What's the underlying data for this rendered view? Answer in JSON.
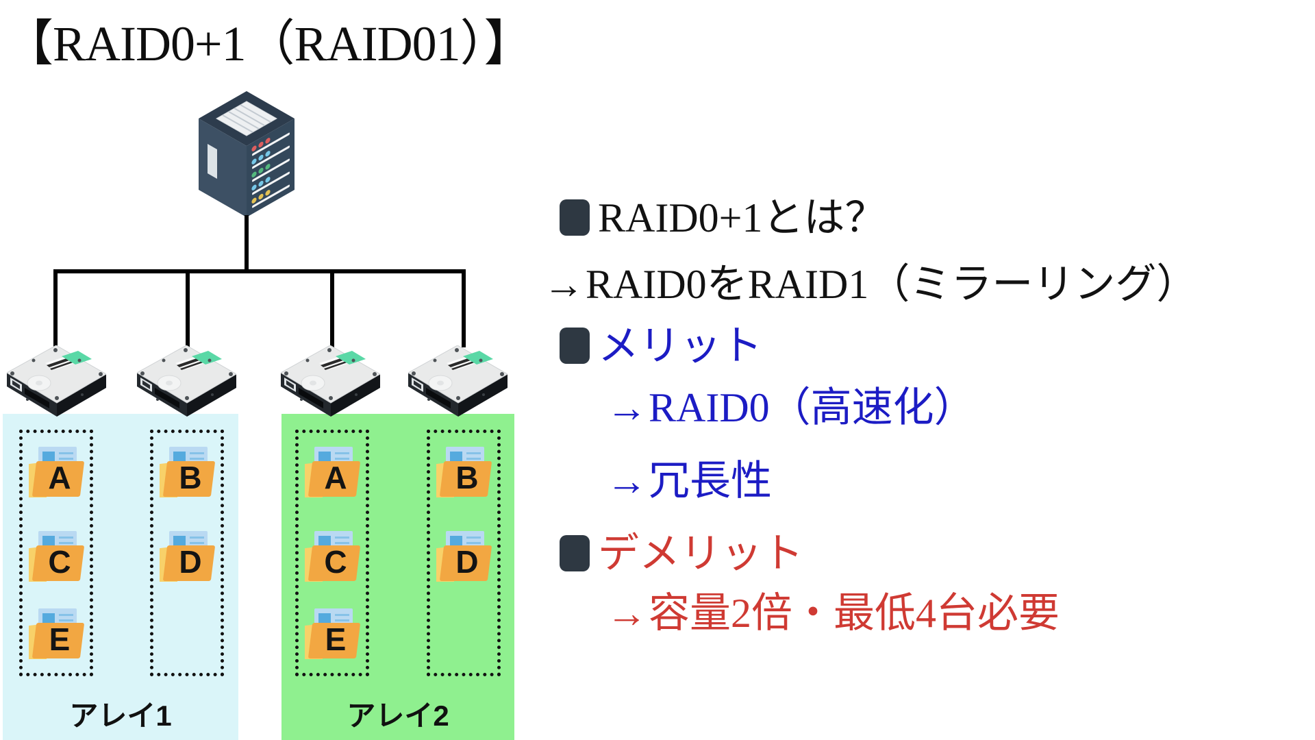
{
  "title": "【RAID0+1（RAID01）】",
  "colors": {
    "text_black": "#121212",
    "text_blue": "#1c1cc4",
    "text_red": "#cf3a33",
    "bullet_square": "#2e3842",
    "array1_bg": "#daf5f9",
    "array2_bg": "#8ff08f",
    "folder_orange": "#f2a742",
    "tree_line": "#000000"
  },
  "arrays": [
    {
      "label": "アレイ1",
      "columns": [
        [
          "A",
          "C",
          "E"
        ],
        [
          "B",
          "D"
        ]
      ]
    },
    {
      "label": "アレイ2",
      "columns": [
        [
          "A",
          "C",
          "E"
        ],
        [
          "B",
          "D"
        ]
      ]
    }
  ],
  "notes": [
    {
      "kind": "bullet",
      "text": "RAID0+1とは？",
      "color": "#121212"
    },
    {
      "kind": "arrow",
      "arrow": "→",
      "text": "RAID0をRAID1（ミラーリング）",
      "color": "#121212",
      "indent": false
    },
    {
      "kind": "bullet",
      "text": "メリット",
      "color": "#1c1cc4"
    },
    {
      "kind": "arrow",
      "arrow": "→",
      "text": "RAID0（高速化）",
      "color": "#1c1cc4",
      "indent": true
    },
    {
      "kind": "arrow",
      "arrow": "→",
      "text": "冗長性",
      "color": "#1c1cc4",
      "indent": true
    },
    {
      "kind": "bullet",
      "text": "デメリット",
      "color": "#cf3a33"
    },
    {
      "kind": "arrow",
      "arrow": "→",
      "text": "容量2倍・最低4台必要",
      "color": "#cf3a33",
      "indent": true
    }
  ]
}
